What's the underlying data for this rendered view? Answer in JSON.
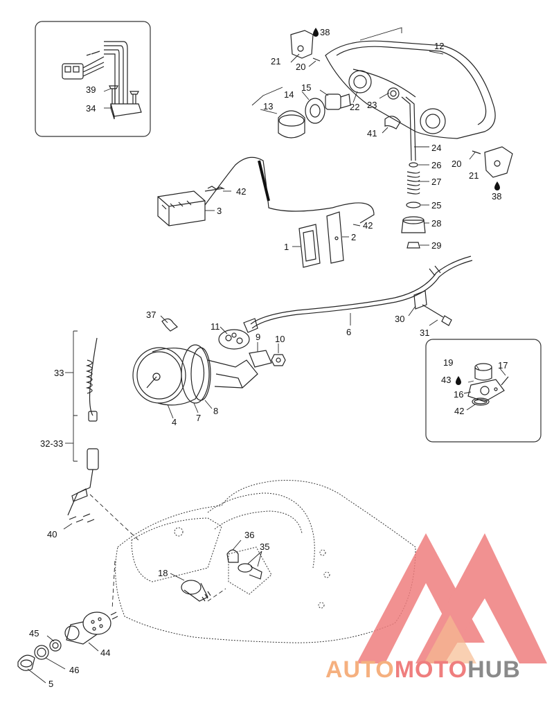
{
  "diagram": {
    "callouts": [
      {
        "id": "c38a",
        "text": "38"
      },
      {
        "id": "c12",
        "text": "12"
      },
      {
        "id": "c21a",
        "text": "21"
      },
      {
        "id": "c20a",
        "text": "20"
      },
      {
        "id": "c39",
        "text": "39"
      },
      {
        "id": "c34",
        "text": "34"
      },
      {
        "id": "c15",
        "text": "15"
      },
      {
        "id": "c14",
        "text": "14"
      },
      {
        "id": "c13",
        "text": "13"
      },
      {
        "id": "c22",
        "text": "22"
      },
      {
        "id": "c23",
        "text": "23"
      },
      {
        "id": "c41",
        "text": "41"
      },
      {
        "id": "c24",
        "text": "24"
      },
      {
        "id": "c20b",
        "text": "20"
      },
      {
        "id": "c26",
        "text": "26"
      },
      {
        "id": "c21b",
        "text": "21"
      },
      {
        "id": "c27",
        "text": "27"
      },
      {
        "id": "c38b",
        "text": "38"
      },
      {
        "id": "c42a",
        "text": "42"
      },
      {
        "id": "c3",
        "text": "3"
      },
      {
        "id": "c25",
        "text": "25"
      },
      {
        "id": "c42b",
        "text": "42"
      },
      {
        "id": "c28",
        "text": "28"
      },
      {
        "id": "c1",
        "text": "1"
      },
      {
        "id": "c2",
        "text": "2"
      },
      {
        "id": "c29",
        "text": "29"
      },
      {
        "id": "c37",
        "text": "37"
      },
      {
        "id": "c30",
        "text": "30"
      },
      {
        "id": "c11",
        "text": "11"
      },
      {
        "id": "c6",
        "text": "6"
      },
      {
        "id": "c31",
        "text": "31"
      },
      {
        "id": "c9",
        "text": "9"
      },
      {
        "id": "c10",
        "text": "10"
      },
      {
        "id": "c33",
        "text": "33"
      },
      {
        "id": "c19",
        "text": "19"
      },
      {
        "id": "c17",
        "text": "17"
      },
      {
        "id": "c43",
        "text": "43"
      },
      {
        "id": "c16",
        "text": "16"
      },
      {
        "id": "c42c",
        "text": "42"
      },
      {
        "id": "c4",
        "text": "4"
      },
      {
        "id": "c7",
        "text": "7"
      },
      {
        "id": "c8",
        "text": "8"
      },
      {
        "id": "c3233",
        "text": "32-33"
      },
      {
        "id": "c40",
        "text": "40"
      },
      {
        "id": "c36",
        "text": "36"
      },
      {
        "id": "c35",
        "text": "35"
      },
      {
        "id": "c18",
        "text": "18"
      },
      {
        "id": "c45",
        "text": "45"
      },
      {
        "id": "c44",
        "text": "44"
      },
      {
        "id": "c46",
        "text": "46"
      },
      {
        "id": "c5",
        "text": "5"
      }
    ]
  },
  "watermark": {
    "part1": "AUTO",
    "part2": "MOTO",
    "part3": "HUB",
    "color_light": "#f5b07f",
    "color_mid": "#ef7e7e",
    "color_dark": "#8a8a8a"
  }
}
